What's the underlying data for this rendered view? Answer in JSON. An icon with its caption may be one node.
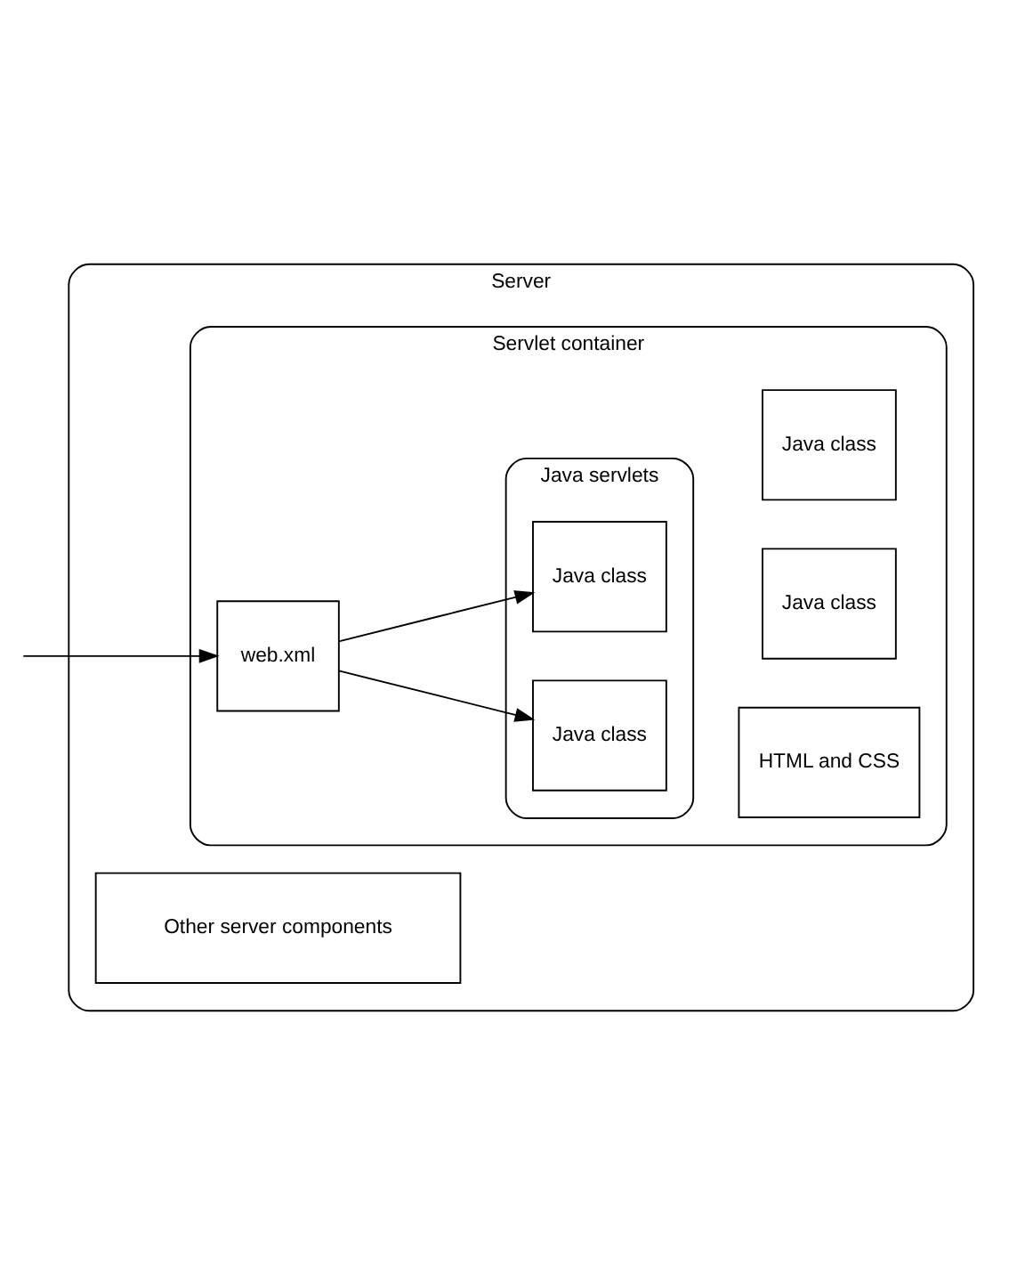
{
  "diagram": {
    "nodes": [
      {
        "text": [
          "Server"
        ]
      },
      {
        "text": [
          "Other server components"
        ],
        "in": 0
      },
      {
        "text": [
          "Servlet container"
        ],
        "in": 0
      },
      {
        "text": [
          "web.xml"
        ],
        "in": 2
      },
      {
        "text": [
          "Java servlets"
        ],
        "in": 2
      },
      {
        "text": [
          "Java class"
        ],
        "in": 4
      },
      {
        "text": [
          "Java class"
        ],
        "in": 4
      },
      {
        "text": [
          "HTML and CSS"
        ],
        "in": 2
      },
      {
        "text": [
          "Java class"
        ],
        "in": 2
      },
      {
        "text": [
          "Java class"
        ],
        "in": 2
      }
    ],
    "edges": [
      {
        "from": null,
        "to": 3,
        "arrow": "to"
      },
      {
        "from": 3,
        "to": 5,
        "arrow": "to"
      },
      {
        "from": 3,
        "to": 6,
        "arrow": "to"
      }
    ]
  }
}
